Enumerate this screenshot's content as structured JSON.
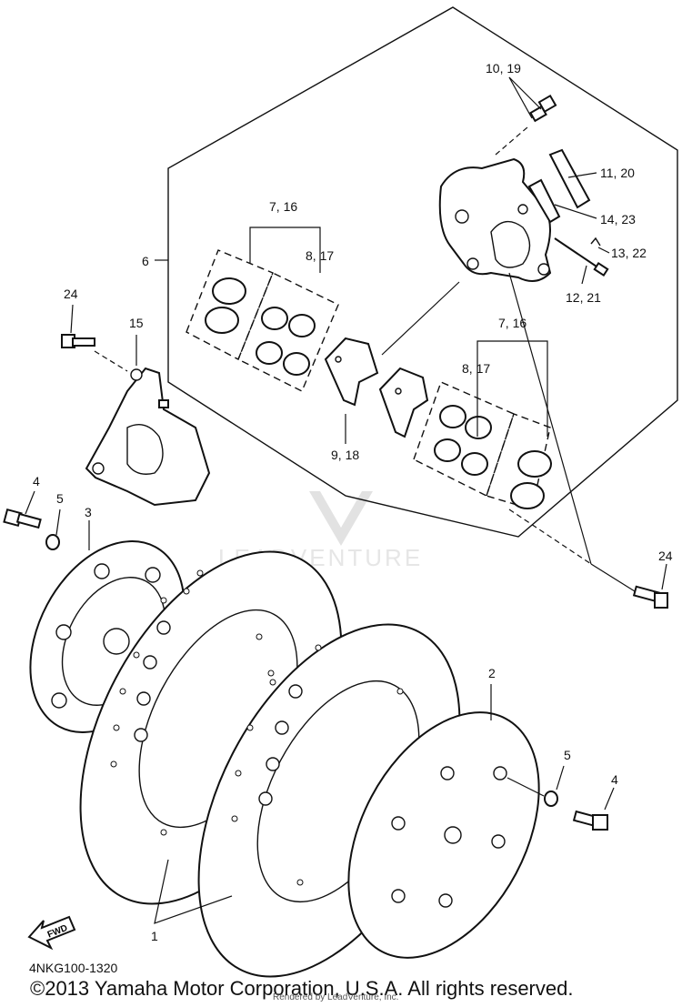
{
  "diagram": {
    "part_code": "4NKG100-1320",
    "copyright": "©2013 Yamaha Motor Corporation, U.S.A. All rights reserved.",
    "rendered_by": "Rendered by LeadVenture, Inc.",
    "watermark": "LEADVENTURE",
    "fwd_label": "FWD",
    "callouts": {
      "c1": "1",
      "c2": "2",
      "c3": "3",
      "c4a": "4",
      "c4b": "4",
      "c5a": "5",
      "c5b": "5",
      "c6": "6",
      "c7_16a": "7, 16",
      "c7_16b": "7, 16",
      "c8_17a": "8, 17",
      "c8_17b": "8, 17",
      "c9_18": "9, 18",
      "c10_19": "10, 19",
      "c11_20": "11, 20",
      "c12_21": "12, 21",
      "c13_22": "13, 22",
      "c14_23": "14, 23",
      "c15": "15",
      "c24a": "24",
      "c24b": "24"
    }
  }
}
